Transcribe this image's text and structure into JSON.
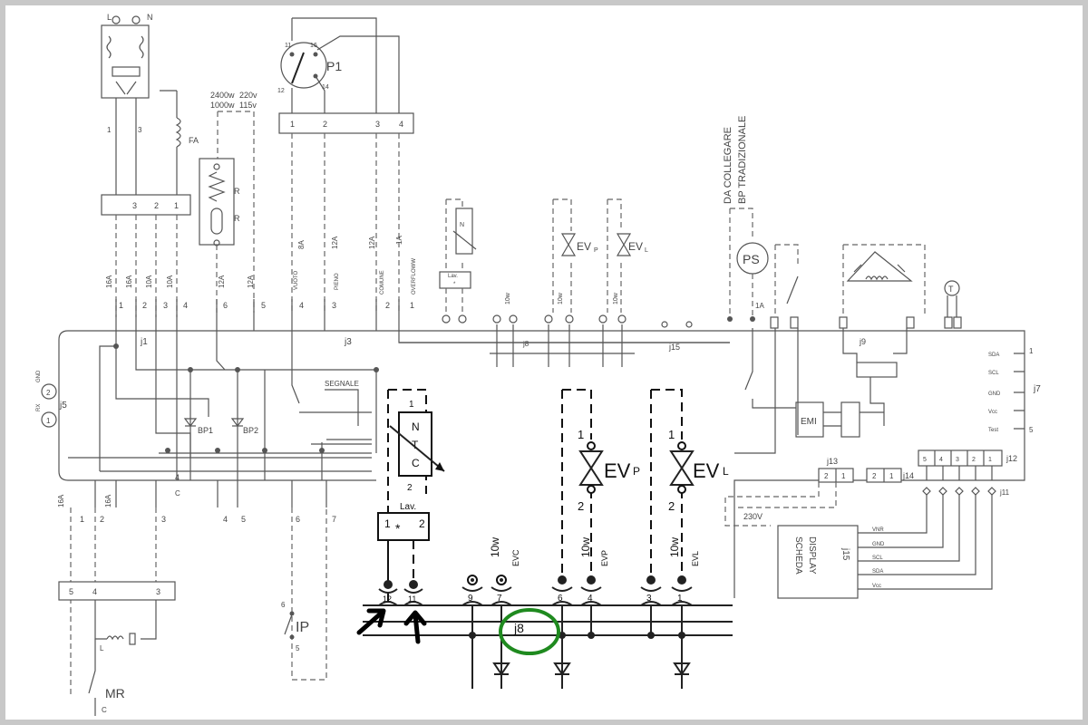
{
  "diagram": {
    "pressostat_label": "P1",
    "heater_power_a": "2400w",
    "heater_voltage_a": "220v",
    "heater_power_b": "1000w",
    "heater_voltage_b": "115v",
    "filter_label": "FA",
    "heater_r_top": "R",
    "heater_r_bottom": "R",
    "bp_note_line1": "DA COLLEGARE",
    "bp_note_line2": "BP TRADIZIONALE",
    "ps_label": "PS",
    "t_label": "T",
    "connectors": {
      "j1": "j1",
      "j3": "j3",
      "j5": "j5",
      "j7": "j7",
      "j8": "j8",
      "j9": "j9",
      "j11": "j11",
      "j12": "j12",
      "j13": "j13",
      "j14": "j14",
      "j15": "j15"
    },
    "board_labels": {
      "bp1": "BP1",
      "bp2": "BP2",
      "segnale": "SEGNALE",
      "emi": "EMI",
      "voltage": "230V",
      "scheda_line1": "SCHEDA",
      "scheda_line2": "DISPLAY"
    },
    "j7_pins": [
      "SDA",
      "SCL",
      "GND",
      "Vcc",
      "Test"
    ],
    "j7_pin_numbers": [
      "1",
      "5"
    ],
    "j15_pins": [
      "VNR",
      "GND",
      "SCL",
      "SDA",
      "Vcc"
    ],
    "j5_pins": [
      "GND",
      "RX"
    ],
    "j12_pins": [
      "5",
      "4",
      "3",
      "2",
      "1"
    ],
    "fuse_ratings": [
      "16A",
      "16A",
      "10A",
      "10A",
      "12A",
      "12A",
      "8A",
      "12A",
      "12A",
      "1A"
    ],
    "wire_labels": [
      "VUOTO",
      "PIENO",
      "COMUNE",
      "OVERFLOWW"
    ],
    "top_strip_left": [
      "3",
      "2",
      "1"
    ],
    "top_strip_p1": [
      "1",
      "2",
      "3",
      "4"
    ],
    "p1_terminals": [
      "11",
      "16",
      "12",
      "14"
    ],
    "line_neutral": [
      "L",
      "N"
    ],
    "bottom_left_pins": [
      "1",
      "2",
      "3",
      "4",
      "5",
      "6",
      "7"
    ],
    "mr_block_pins": [
      "5",
      "4",
      "3"
    ],
    "mr_label": "MR",
    "ip_label": "IP",
    "ip_pins": [
      "6",
      "5"
    ],
    "ntc_letters": [
      "N",
      "T",
      "C"
    ],
    "lav_label": "Lav.",
    "star": "*",
    "evp_label": "EV",
    "evp_sub": "P",
    "evl_label": "EV",
    "evl_sub": "L",
    "ev_pins": [
      "1",
      "2"
    ],
    "power_10w": "10w",
    "evc_tag": "EVC",
    "evp_tag": "EVP",
    "evl_tag": "EVL",
    "j8_pins": [
      "12",
      "11",
      "9",
      "7",
      "6",
      "4",
      "3",
      "1"
    ],
    "j13_pins": [
      "2",
      "1"
    ],
    "j14_pins": [
      "2",
      "1"
    ]
  }
}
